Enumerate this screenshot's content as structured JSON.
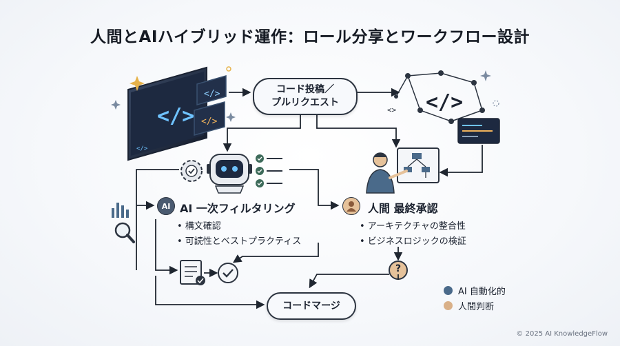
{
  "title": "人間とAIハイブリッド運作：ロール分享とワークフロー設計",
  "nodes": {
    "submit": {
      "line1": "コード投稿／",
      "line2": "プルリクエスト"
    },
    "merge": "コードマージ"
  },
  "ai_stage": {
    "badge": "AI",
    "heading": "AI 一次フィルタリング",
    "bullets": [
      "• 構文確認",
      "• 可読性とベストプラクティス"
    ]
  },
  "human_stage": {
    "heading": "人間 最終承認",
    "bullets": [
      "• アーキテクチャの整合性",
      "• ビジネスロジックの検証"
    ]
  },
  "decision_icon": "?",
  "legend": [
    {
      "label": "AI 自動化的",
      "color": "#4a6a8a"
    },
    {
      "label": "人間判断",
      "color": "#d9b088"
    }
  ],
  "copyright": "© 2025 AI KnowledgeFlow",
  "icons": {
    "code_screen": "code-brackets-icon",
    "robot": "robot-icon",
    "gear": "gear-check-icon",
    "checklist": "checklist-icon",
    "human_reviewer": "person-at-board-icon",
    "network": "code-network-icon",
    "search_chart": "search-chart-icon",
    "doc_check": "document-check-icon",
    "approve": "check-circle-icon",
    "question": "question-circle-icon"
  }
}
